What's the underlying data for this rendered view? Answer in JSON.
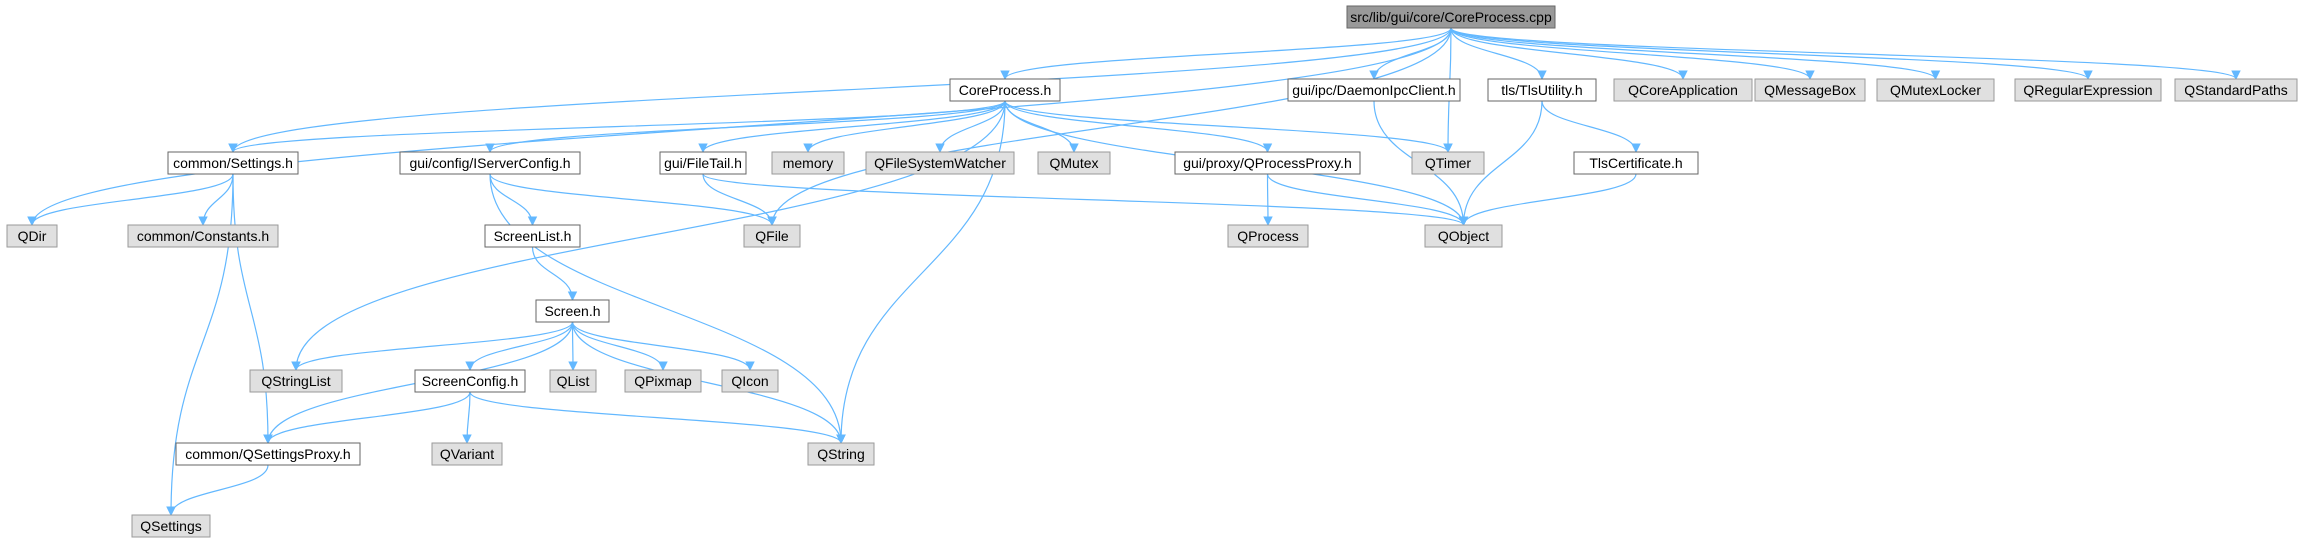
{
  "diagram": {
    "type": "include-dependency-graph",
    "colors": {
      "edge": "#63b8ff",
      "root_fill": "#999999",
      "root_stroke": "#666666",
      "header_fill": "#ffffff",
      "header_stroke": "#666666",
      "external_fill": "#e0e0e0",
      "external_stroke": "#999999",
      "text": "#000000"
    },
    "nodes": [
      {
        "id": "root",
        "label": "src/lib/gui/core/CoreProcess.cpp",
        "kind": "root"
      },
      {
        "id": "coreprocess_h",
        "label": "CoreProcess.h",
        "kind": "header"
      },
      {
        "id": "daemonipc",
        "label": "gui/ipc/DaemonIpcClient.h",
        "kind": "header"
      },
      {
        "id": "tlsutility",
        "label": "tls/TlsUtility.h",
        "kind": "header"
      },
      {
        "id": "qcoreapp",
        "label": "QCoreApplication",
        "kind": "external"
      },
      {
        "id": "qmessagebox",
        "label": "QMessageBox",
        "kind": "external"
      },
      {
        "id": "qmutexlocker",
        "label": "QMutexLocker",
        "kind": "external"
      },
      {
        "id": "qregexp",
        "label": "QRegularExpression",
        "kind": "external"
      },
      {
        "id": "qstdpaths",
        "label": "QStandardPaths",
        "kind": "external"
      },
      {
        "id": "settings_h",
        "label": "common/Settings.h",
        "kind": "header"
      },
      {
        "id": "iserverconfig",
        "label": "gui/config/IServerConfig.h",
        "kind": "header"
      },
      {
        "id": "filetail",
        "label": "gui/FileTail.h",
        "kind": "header"
      },
      {
        "id": "memory",
        "label": "memory",
        "kind": "external"
      },
      {
        "id": "qfsw",
        "label": "QFileSystemWatcher",
        "kind": "external"
      },
      {
        "id": "qmutex",
        "label": "QMutex",
        "kind": "external"
      },
      {
        "id": "qprocproxy",
        "label": "gui/proxy/QProcessProxy.h",
        "kind": "header"
      },
      {
        "id": "qtimer",
        "label": "QTimer",
        "kind": "external"
      },
      {
        "id": "tlscert",
        "label": "TlsCertificate.h",
        "kind": "header"
      },
      {
        "id": "qdir",
        "label": "QDir",
        "kind": "external"
      },
      {
        "id": "constants",
        "label": "common/Constants.h",
        "kind": "external"
      },
      {
        "id": "qfile",
        "label": "QFile",
        "kind": "external"
      },
      {
        "id": "qprocess",
        "label": "QProcess",
        "kind": "external"
      },
      {
        "id": "qobject",
        "label": "QObject",
        "kind": "external"
      },
      {
        "id": "screenlist",
        "label": "ScreenList.h",
        "kind": "header"
      },
      {
        "id": "screen_h",
        "label": "Screen.h",
        "kind": "header"
      },
      {
        "id": "qstringlist",
        "label": "QStringList",
        "kind": "external"
      },
      {
        "id": "screenconfig",
        "label": "ScreenConfig.h",
        "kind": "header"
      },
      {
        "id": "qlist",
        "label": "QList",
        "kind": "external"
      },
      {
        "id": "qpixmap",
        "label": "QPixmap",
        "kind": "external"
      },
      {
        "id": "qicon",
        "label": "QIcon",
        "kind": "external"
      },
      {
        "id": "qvariant",
        "label": "QVariant",
        "kind": "external"
      },
      {
        "id": "qsettingsproxy",
        "label": "common/QSettingsProxy.h",
        "kind": "header"
      },
      {
        "id": "qstring",
        "label": "QString",
        "kind": "external"
      },
      {
        "id": "qsettings",
        "label": "QSettings",
        "kind": "external"
      }
    ],
    "edges": [
      [
        "root",
        "coreprocess_h"
      ],
      [
        "root",
        "daemonipc"
      ],
      [
        "root",
        "tlsutility"
      ],
      [
        "root",
        "qcoreapp"
      ],
      [
        "root",
        "qmessagebox"
      ],
      [
        "root",
        "qmutexlocker"
      ],
      [
        "root",
        "qregexp"
      ],
      [
        "root",
        "qstdpaths"
      ],
      [
        "root",
        "settings_h"
      ],
      [
        "root",
        "qdir"
      ],
      [
        "root",
        "qfile"
      ],
      [
        "root",
        "qtimer"
      ],
      [
        "coreprocess_h",
        "settings_h"
      ],
      [
        "coreprocess_h",
        "iserverconfig"
      ],
      [
        "coreprocess_h",
        "filetail"
      ],
      [
        "coreprocess_h",
        "memory"
      ],
      [
        "coreprocess_h",
        "qfsw"
      ],
      [
        "coreprocess_h",
        "qmutex"
      ],
      [
        "coreprocess_h",
        "qprocproxy"
      ],
      [
        "coreprocess_h",
        "qtimer"
      ],
      [
        "coreprocess_h",
        "qobject"
      ],
      [
        "coreprocess_h",
        "qstringlist"
      ],
      [
        "coreprocess_h",
        "qstring"
      ],
      [
        "daemonipc",
        "qobject"
      ],
      [
        "tlsutility",
        "tlscert"
      ],
      [
        "tlsutility",
        "qobject"
      ],
      [
        "tlscert",
        "qobject"
      ],
      [
        "settings_h",
        "qdir"
      ],
      [
        "settings_h",
        "constants"
      ],
      [
        "settings_h",
        "qsettingsproxy"
      ],
      [
        "settings_h",
        "qsettings"
      ],
      [
        "iserverconfig",
        "screenlist"
      ],
      [
        "iserverconfig",
        "qfile"
      ],
      [
        "iserverconfig",
        "qstring"
      ],
      [
        "filetail",
        "qfile"
      ],
      [
        "filetail",
        "qobject"
      ],
      [
        "qprocproxy",
        "qprocess"
      ],
      [
        "qprocproxy",
        "qobject"
      ],
      [
        "screenlist",
        "screen_h"
      ],
      [
        "screen_h",
        "qstringlist"
      ],
      [
        "screen_h",
        "screenconfig"
      ],
      [
        "screen_h",
        "qlist"
      ],
      [
        "screen_h",
        "qpixmap"
      ],
      [
        "screen_h",
        "qicon"
      ],
      [
        "screen_h",
        "qstring"
      ],
      [
        "screen_h",
        "qsettingsproxy"
      ],
      [
        "screenconfig",
        "qsettingsproxy"
      ],
      [
        "screenconfig",
        "qvariant"
      ],
      [
        "screenconfig",
        "qstring"
      ],
      [
        "qsettingsproxy",
        "qsettings"
      ]
    ]
  }
}
